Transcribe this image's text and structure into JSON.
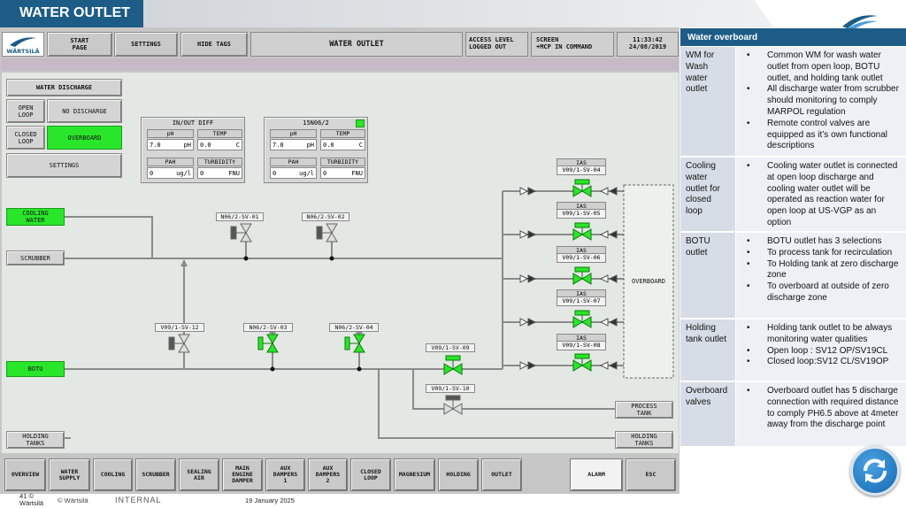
{
  "page": {
    "title": "WATER OUTLET"
  },
  "topbar": {
    "start_page": "START\nPAGE",
    "settings": "SETTINGS",
    "hide_tags": "HIDE TAGS",
    "screen_title": "WATER OUTLET",
    "access_label": "ACCESS LEVEL",
    "access_value": "LOGGED OUT",
    "screen_label": "SCREEN",
    "screen_value": "+MCP IN COMMAND",
    "time": "11:33:42",
    "date": "24/08/2019",
    "brand": "WÄRTSILÄ"
  },
  "discharge": {
    "title": "WATER DISCHARGE",
    "open_loop": "OPEN\nLOOP",
    "no_discharge": "NO DISCHARGE",
    "closed_loop": "CLOSED\nLOOP",
    "overboard": "OVERBOARD",
    "settings": "SETTINGS"
  },
  "meas1": {
    "title": "IN/OUT DIFF",
    "ph_label": "pH",
    "ph_value": "7.0",
    "ph_unit": "pH",
    "temp_label": "TEMP",
    "temp_value": "0.0",
    "temp_unit": "C",
    "pah_label": "PAH",
    "pah_value": "0",
    "pah_unit": "ug/l",
    "turb_label": "TURBIDITY",
    "turb_value": "0",
    "turb_unit": "FNU"
  },
  "meas2": {
    "title": "15N06/2",
    "ph_label": "pH",
    "ph_value": "7.0",
    "ph_unit": "pH",
    "temp_label": "TEMP",
    "temp_value": "0.0",
    "temp_unit": "C",
    "pah_label": "PAH",
    "pah_value": "0",
    "pah_unit": "ug/l",
    "turb_label": "TURBIDITY",
    "turb_value": "0",
    "turb_unit": "FNU"
  },
  "sources": {
    "cooling_water": "COOLING\nWATER",
    "scrubber": "SCRUBBER",
    "botu": "BOTU",
    "holding_tanks": "HOLDING\nTANKS"
  },
  "valves": {
    "sv01": "N06/2-SV-01",
    "sv02": "N06/2-SV-02",
    "sv12": "V09/1-SV-12",
    "sv03": "N06/2-SV-03",
    "sv04": "N06/2-SV-04",
    "sv09": "V09/1-SV-09",
    "sv10": "V09/1-SV-10"
  },
  "ias": {
    "label": "IAS",
    "v1": "V09/1-SV-04",
    "v2": "V09/1-SV-05",
    "v3": "V09/1-SV-06",
    "v4": "V09/1-SV-07",
    "v5": "V09/1-SV-08"
  },
  "destinations": {
    "overboard": "OVERBOARD",
    "process_tank": "PROCESS\nTANK",
    "holding_tanks": "HOLDING\nTANKS"
  },
  "bottom_nav": {
    "overview": "OVERVIEW",
    "water_supply": "WATER\nSUPPLY",
    "cooling": "COOLING",
    "scrubber": "SCRUBBER",
    "sealing_air": "SEALING\nAIR",
    "main_engine_damper": "MAIN\nENGINE\nDAMPER",
    "aux_dampers_1": "AUX\nDAMPERS\n1",
    "aux_dampers_2": "AUX\nDAMPERS\n2",
    "closed_loop": "CLOSED\nLOOP",
    "magnesium": "MAGNESIUM",
    "holding": "HOLDING",
    "outlet": "OUTLET",
    "alarm": "ALARM",
    "esc": "ESC"
  },
  "sidebar": {
    "header": "Water overboard",
    "rows": [
      {
        "title": "WM for Wash water outlet",
        "items": [
          "Common WM for wash water outlet from open loop, BOTU outlet, and holding tank outlet",
          "All discharge water from scrubber should monitoring to comply MARPOL regulation",
          "Remote control valves are equipped as it’s own functional descriptions"
        ]
      },
      {
        "title": "Cooling water outlet for closed loop",
        "items": [
          "Cooling water outlet is connected at open loop discharge and cooling water outlet will be operated as reaction water for open loop at US-VGP as an option"
        ]
      },
      {
        "title": "BOTU outlet",
        "items": [
          "BOTU outlet has 3 selections",
          "To process tank for recirculation",
          "To Holding tank at zero discharge zone",
          "To overboard at outside of zero discharge zone"
        ]
      },
      {
        "title": "Holding tank outlet",
        "items": [
          "Holding tank outlet to be always monitoring water qualities",
          "Open loop : SV12 OP/SV19CL",
          "Closed loop:SV12 CL/SV19OP"
        ]
      },
      {
        "title": "Overboard valves",
        "items": [
          "Overboard outlet has 5 discharge connection with required distance to comply PH6.5 above at 4meter away from the discharge point"
        ]
      }
    ]
  },
  "footer": {
    "slide_num": "41",
    "copyright_mark": "©",
    "company": "Wärtsilä",
    "copyright": "© Wärtsilä",
    "classification": "INTERNAL",
    "date": "19 January 2025"
  },
  "colors": {
    "accent": "#1d5c87",
    "active_green": "#2ae62a",
    "panel_grey": "#c6c6c6"
  }
}
